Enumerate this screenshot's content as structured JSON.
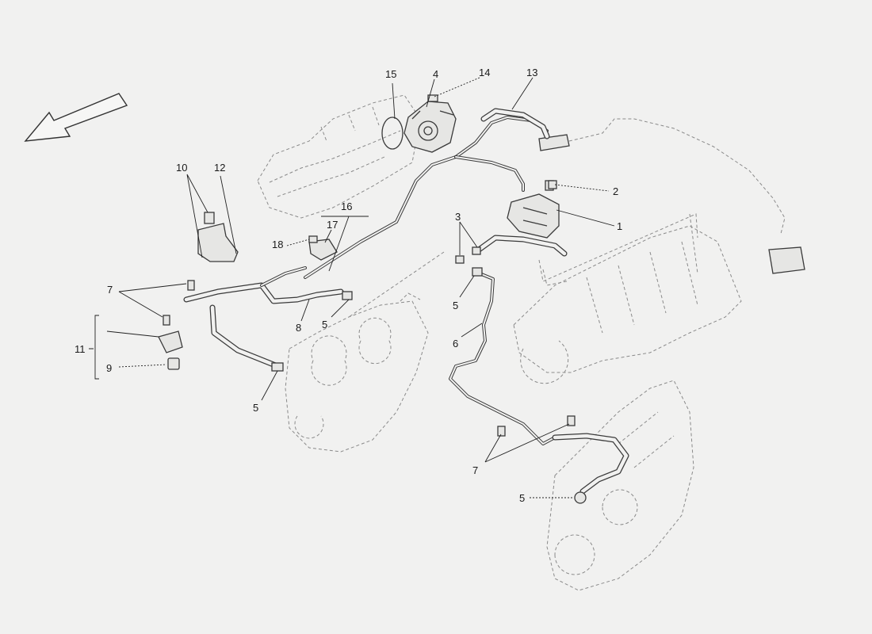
{
  "callouts": {
    "c1": "1",
    "c2": "2",
    "c3": "3",
    "c4": "4",
    "c5a": "5",
    "c5b": "5",
    "c5c": "5",
    "c5d": "5",
    "c6": "6",
    "c7a": "7",
    "c7b": "7",
    "c8": "8",
    "c9": "9",
    "c10": "10",
    "c11": "11",
    "c12": "12",
    "c13": "13",
    "c14": "14",
    "c15": "15",
    "c16": "16",
    "c17": "17",
    "c18": "18"
  }
}
